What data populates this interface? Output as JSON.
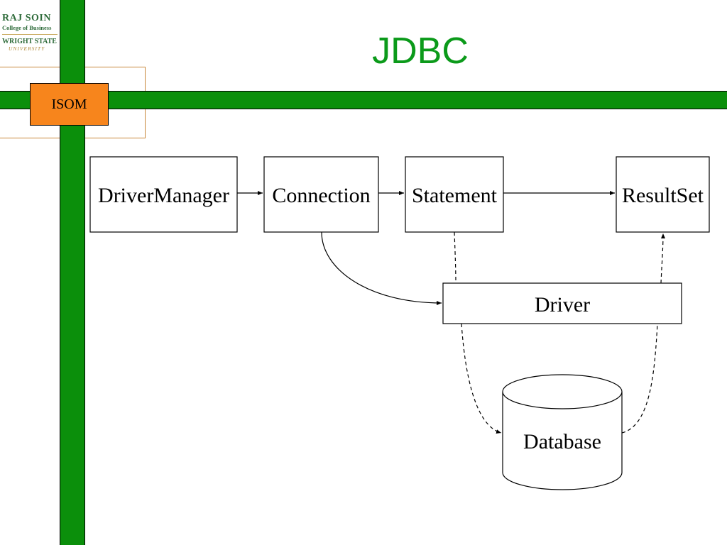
{
  "logo": {
    "line1": "RAJ SOIN",
    "line2": "College of Business",
    "line3": "WRIGHT STATE",
    "line4": "UNIVERSITY"
  },
  "badge": "ISOM",
  "slide_title": "JDBC",
  "diagram": {
    "nodes": {
      "driver_manager": "DriverManager",
      "connection": "Connection",
      "statement": "Statement",
      "result_set": "ResultSet",
      "driver": "Driver",
      "database": "Database"
    }
  },
  "colors": {
    "bar_green": "#0b8f0b",
    "title_green": "#0b9a1a",
    "badge_orange": "#f7851c"
  }
}
